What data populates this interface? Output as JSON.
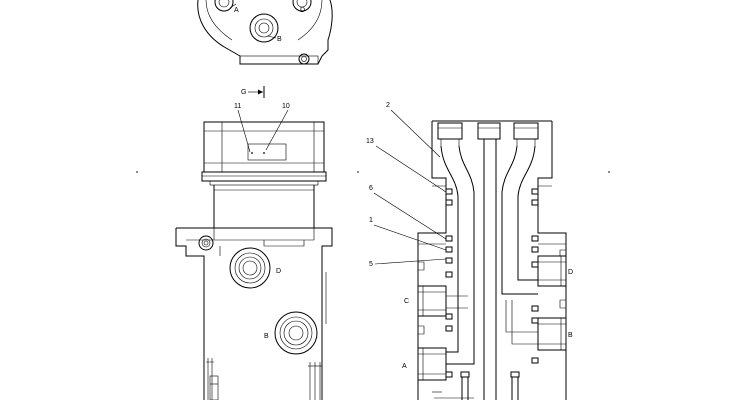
{
  "labels": {
    "top_a": "A",
    "top_d": "D",
    "top_b": "B",
    "view_g": "G",
    "callout_11": "11",
    "callout_10": "10",
    "side_d": "D",
    "side_b": "B",
    "callout_2": "2",
    "callout_13": "13",
    "callout_6": "6",
    "callout_1": "1",
    "callout_5": "5",
    "section_c": "C",
    "section_a": "A",
    "section_d": "D",
    "section_b": "B"
  }
}
